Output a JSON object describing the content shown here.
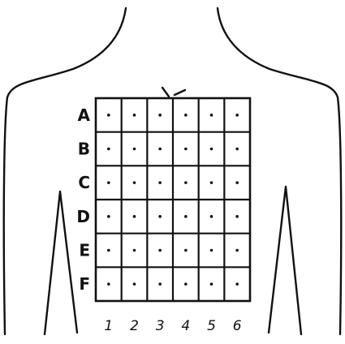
{
  "diagram": {
    "rows": [
      "A",
      "B",
      "C",
      "D",
      "E",
      "F"
    ],
    "columns": [
      "1",
      "2",
      "3",
      "4",
      "5",
      "6"
    ]
  }
}
